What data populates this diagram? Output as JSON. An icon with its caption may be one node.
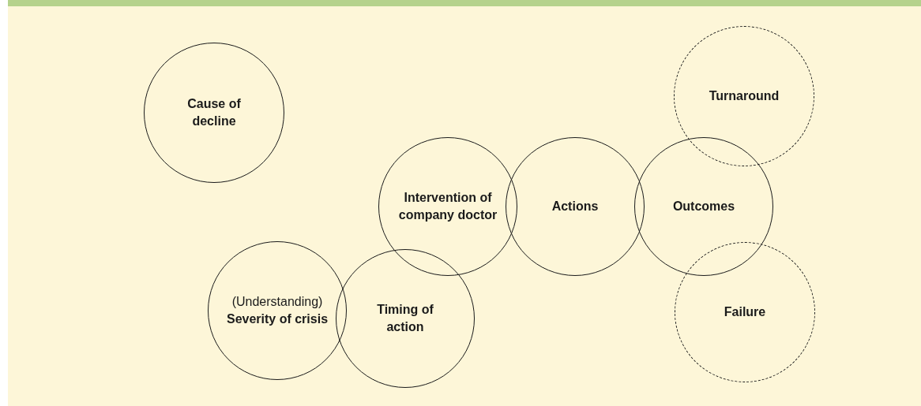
{
  "diagram": {
    "nodes": [
      {
        "text": [
          "Cause of decline"
        ]
      },
      {
        "text": [
          "Turnaround"
        ]
      },
      {
        "text": [
          "Intervention of company doctor"
        ]
      },
      {
        "text": [
          "Actions"
        ]
      },
      {
        "text": [
          "Outcomes"
        ]
      },
      {
        "text": [
          "(Understanding)",
          "Severity of crisis"
        ]
      },
      {
        "text": [
          "Timing of action"
        ]
      },
      {
        "text": [
          "Failure"
        ]
      }
    ]
  }
}
